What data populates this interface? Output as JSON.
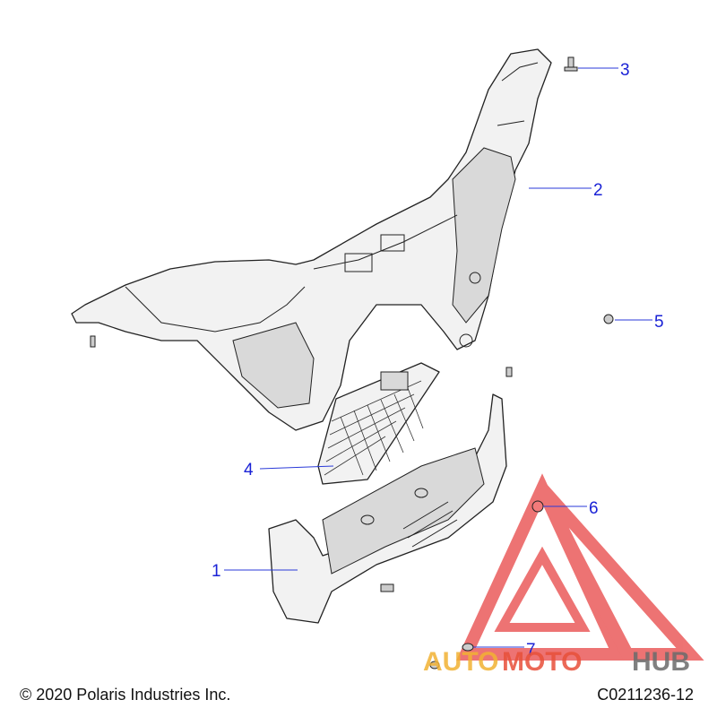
{
  "callouts": [
    {
      "id": "1",
      "label": "1"
    },
    {
      "id": "2",
      "label": "2"
    },
    {
      "id": "3",
      "label": "3"
    },
    {
      "id": "4",
      "label": "4"
    },
    {
      "id": "5",
      "label": "5"
    },
    {
      "id": "6",
      "label": "6"
    },
    {
      "id": "7",
      "label": "7"
    }
  ],
  "watermark": {
    "text_a": "AUTO",
    "text_b": "MOTO",
    "text_c": "HUB",
    "color_a": "#f2b233",
    "color_b": "#e8503a",
    "color_c": "#6b6b6b"
  },
  "footer": {
    "copyright": "© 2020 Polaris Industries Inc.",
    "drawing_number": "C0211236-12"
  },
  "colors": {
    "callout": "#1a22d6",
    "watermark_red": "#e84545"
  }
}
